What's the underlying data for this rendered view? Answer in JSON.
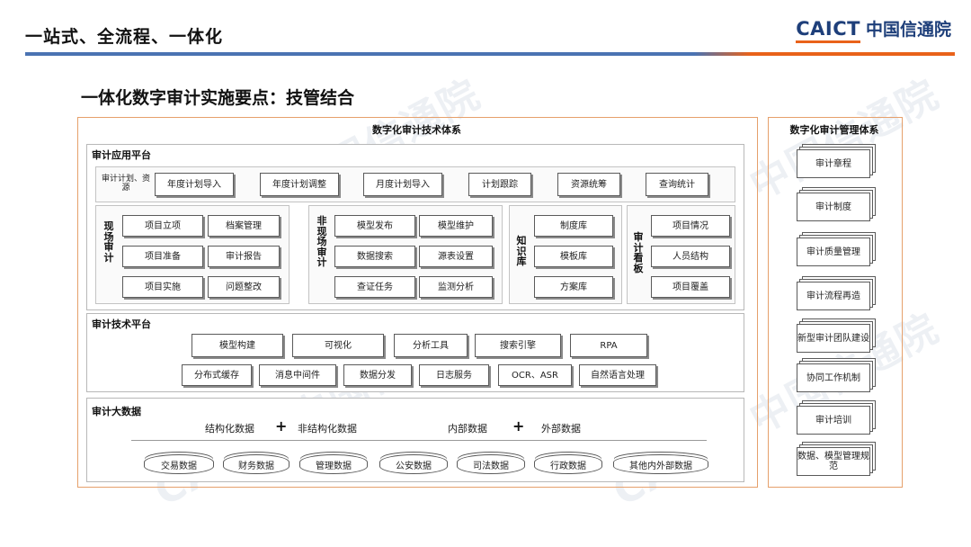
{
  "header": {
    "title": "一站式、全流程、一体化",
    "logo_en": "CAICT",
    "logo_cn": "中国信通院"
  },
  "subtitle": "一体化数字审计实施要点：技管结合",
  "watermark": "CAICT 中国信通院",
  "tech": {
    "title": "数字化审计技术体系",
    "app_platform": {
      "title": "审计应用平台",
      "plan_label": "审计计划、资源",
      "plan_items": [
        "年度计划导入",
        "年度计划调整",
        "月度计划导入",
        "计划跟踪",
        "资源统筹",
        "查询统计"
      ],
      "onsite": {
        "label": "现场审计",
        "items": [
          "项目立项",
          "档案管理",
          "项目准备",
          "审计报告",
          "项目实施",
          "问题整改"
        ]
      },
      "offsite": {
        "label": "非现场审计",
        "items": [
          "模型发布",
          "模型维护",
          "数据搜索",
          "源表设置",
          "查证任务",
          "监测分析"
        ]
      },
      "knowledge": {
        "label": "知识库",
        "items": [
          "制度库",
          "模板库",
          "方案库"
        ]
      },
      "dashboard": {
        "label": "审计看板",
        "items": [
          "项目情况",
          "人员结构",
          "项目覆盖"
        ]
      }
    },
    "tech_platform": {
      "title": "审计技术平台",
      "row1": [
        "模型构建",
        "可视化",
        "分析工具",
        "搜索引擎",
        "RPA"
      ],
      "row2": [
        "分布式缓存",
        "消息中间件",
        "数据分发",
        "日志服务",
        "OCR、ASR",
        "自然语言处理"
      ]
    },
    "big_data": {
      "title": "审计大数据",
      "structured": "结构化数据",
      "unstructured": "非结构化数据",
      "internal": "内部数据",
      "external": "外部数据",
      "plus": "+",
      "sources": [
        "交易数据",
        "财务数据",
        "管理数据",
        "公安数据",
        "司法数据",
        "行政数据",
        "其他内外部数据"
      ]
    }
  },
  "mgmt": {
    "title": "数字化审计管理体系",
    "items": [
      "审计章程",
      "审计制度",
      "审计质量管理",
      "审计流程再造",
      "新型审计团队建设",
      "协同工作机制",
      "审计培训",
      "数据、模型管理规范"
    ]
  },
  "colors": {
    "frame_border": "#e6a06b",
    "bar_blue": "#4a73b2",
    "bar_orange": "#e9621a",
    "logo_blue": "#1e3f7a"
  }
}
